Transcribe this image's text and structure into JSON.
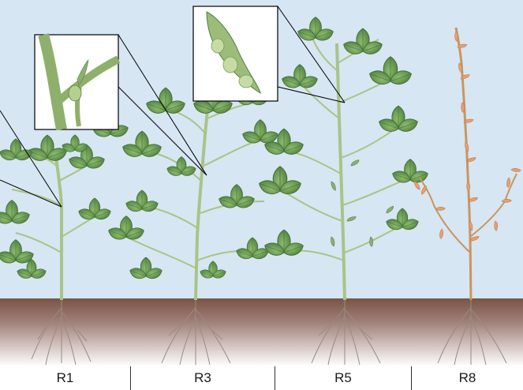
{
  "stages": [
    {
      "label": "R1"
    },
    {
      "label": "R3"
    },
    {
      "label": "R5"
    },
    {
      "label": "R8"
    }
  ],
  "colors": {
    "sky": "#d6e6f3",
    "soil_top": "#7a5445",
    "soil_bottom": "#ffffff",
    "stem": "#a9c486",
    "leaf": "#6f9f55",
    "leaf_dark": "#3f6e35",
    "pod_green": "#8fb06c",
    "pod_mature": "#e6a070",
    "root": "#9a8a7c"
  }
}
